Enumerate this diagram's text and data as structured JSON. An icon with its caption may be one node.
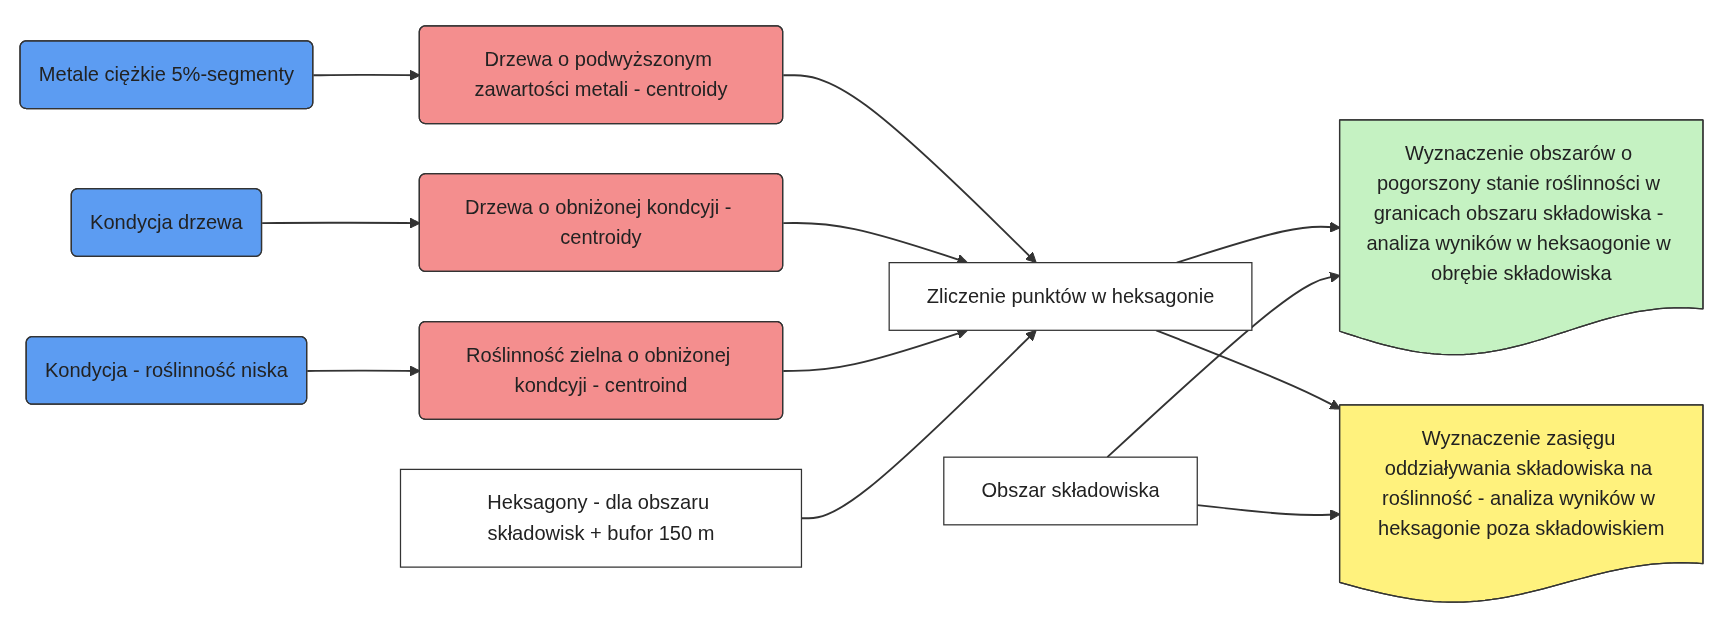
{
  "diagram": {
    "nodes": [
      {
        "text": [
          "Metale ciężkie 5%-segmenty"
        ]
      },
      {
        "text": [
          "Kondycja drzewa"
        ]
      },
      {
        "text": [
          "Kondycja - roślinność niska"
        ]
      },
      {
        "text": [
          "Drzewa o podwyższonym zawartości metali - centroidy"
        ]
      },
      {
        "text": [
          "Drzewa o obniżonej kondcyji - centroidy"
        ]
      },
      {
        "text": [
          "Roślinność zielna o obniżonej kondcyji - centroind"
        ]
      },
      {
        "text": [
          "Heksagony - dla obszaru składowisk + bufor 150 m"
        ]
      },
      {
        "text": [
          "Zliczenie punktów w heksagonie"
        ]
      },
      {
        "text": [
          "Wyznaczenie obszarów o pogorszony stanie roślinności w granicach obszaru składowiska - analiza wyników w heksaogonie w obrębie składowiska"
        ]
      },
      {
        "text": [
          "Wyznaczenie zasięgu oddziaływania składowiska na roślinność - analiza wyników w heksagonie poza składowiskiem"
        ]
      },
      {
        "text": [
          "Obszar składowiska"
        ]
      }
    ],
    "edges": [
      {
        "from": 0,
        "to": 3,
        "arrow": "to"
      },
      {
        "from": 1,
        "to": 4,
        "arrow": "to"
      },
      {
        "from": 2,
        "to": 5,
        "arrow": "to"
      },
      {
        "from": 3,
        "to": 7,
        "arrow": "to"
      },
      {
        "from": 4,
        "to": 7,
        "arrow": "to"
      },
      {
        "from": 5,
        "to": 7,
        "arrow": "to"
      },
      {
        "from": 6,
        "to": 7,
        "arrow": "to"
      },
      {
        "from": 7,
        "to": 8,
        "arrow": "to"
      },
      {
        "from": 7,
        "to": 9,
        "arrow": "to"
      },
      {
        "from": 10,
        "to": 8,
        "arrow": "to"
      },
      {
        "from": 10,
        "to": 9,
        "arrow": "to"
      }
    ]
  }
}
